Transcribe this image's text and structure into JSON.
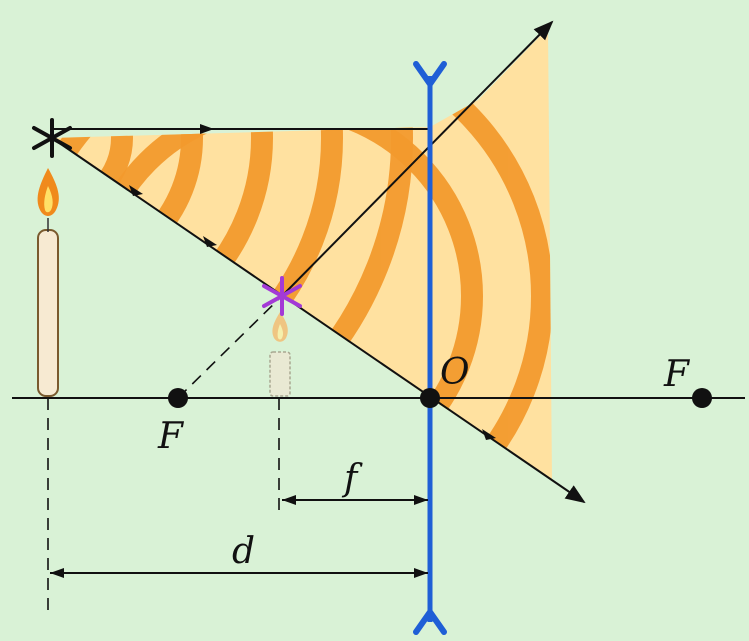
{
  "labels": {
    "focus_left": "F",
    "focus_right": "F",
    "optical_center": "O",
    "image_distance": "f",
    "object_distance": "d"
  },
  "colors": {
    "background": "#d9f2d6",
    "lens": "#1f5fd6",
    "ray": "#111111",
    "light_band": "#f39a2e",
    "light_fill": "#ffe1a0",
    "image_star": "#a33ad6",
    "candle_body": "#f7ead2",
    "flame": "#f08a1c"
  },
  "icons": {
    "object_star": "asterisk-star-icon",
    "image_star": "asterisk-star-icon",
    "flame": "flame-icon",
    "lens_arrow": "diverging-lens-arrow-icon"
  }
}
